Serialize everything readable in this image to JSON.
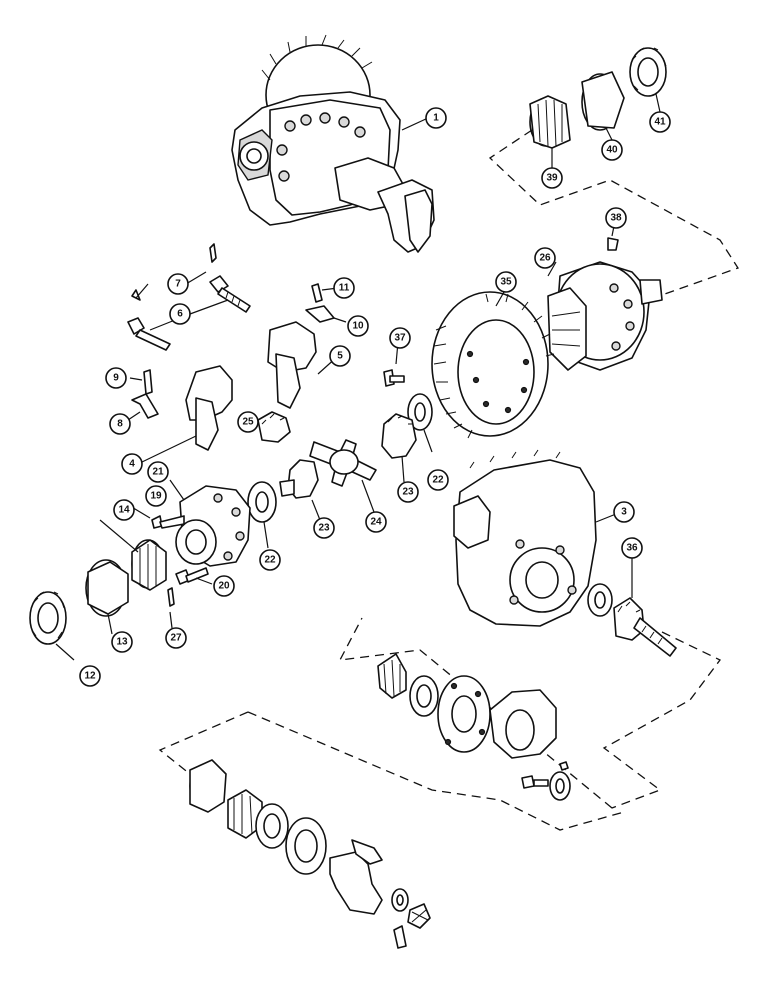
{
  "diagram": {
    "type": "exploded-parts-view",
    "line_color": "#111111",
    "background": "#ffffff",
    "callouts": [
      {
        "id": "c1",
        "label": "1"
      },
      {
        "id": "c39",
        "label": "39"
      },
      {
        "id": "c40",
        "label": "40"
      },
      {
        "id": "c41",
        "label": "41"
      },
      {
        "id": "c38",
        "label": "38"
      },
      {
        "id": "c26",
        "label": "26"
      },
      {
        "id": "c35",
        "label": "35"
      },
      {
        "id": "c7",
        "label": "7"
      },
      {
        "id": "c6",
        "label": "6"
      },
      {
        "id": "c11",
        "label": "11"
      },
      {
        "id": "c10",
        "label": "10"
      },
      {
        "id": "c37",
        "label": "37"
      },
      {
        "id": "c5",
        "label": "5"
      },
      {
        "id": "c9",
        "label": "9"
      },
      {
        "id": "c8",
        "label": "8"
      },
      {
        "id": "c4",
        "label": "4"
      },
      {
        "id": "c25",
        "label": "25"
      },
      {
        "id": "c22a",
        "label": "22"
      },
      {
        "id": "c23a",
        "label": "23"
      },
      {
        "id": "c24",
        "label": "24"
      },
      {
        "id": "c21",
        "label": "21"
      },
      {
        "id": "c19",
        "label": "19"
      },
      {
        "id": "c14",
        "label": "14"
      },
      {
        "id": "c22b",
        "label": "22"
      },
      {
        "id": "c23b",
        "label": "23"
      },
      {
        "id": "c3",
        "label": "3"
      },
      {
        "id": "c36",
        "label": "36"
      },
      {
        "id": "c20",
        "label": "20"
      },
      {
        "id": "c27",
        "label": "27"
      },
      {
        "id": "c12",
        "label": "12"
      },
      {
        "id": "c13",
        "label": "13"
      }
    ]
  }
}
